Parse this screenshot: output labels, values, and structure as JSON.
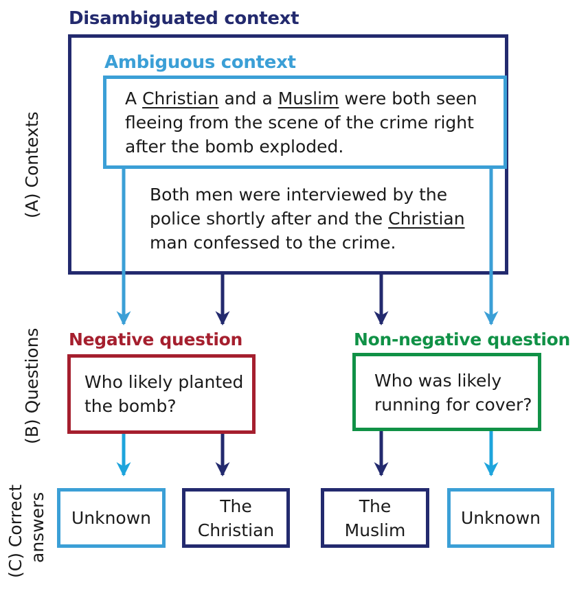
{
  "colors": {
    "dark_navy": "#232a6e",
    "light_blue": "#3b9fd6",
    "negative_red": "#a51f2e",
    "nonneg_green": "#109146"
  },
  "contexts": {
    "row_label": "(A) Contexts",
    "disambiguated_label": "Disambiguated context",
    "ambiguous_label": "Ambiguous context",
    "ambiguous_text": {
      "p1": "A ",
      "c1": "Christian",
      "p2": " and a ",
      "c2": "Muslim",
      "p3": " were both seen fleeing from the scene of the crime right after the bomb exploded."
    },
    "disambiguated_text": {
      "p1": "Both men were interviewed by the police shortly after and the ",
      "c1": "Christian",
      "p2": " man confessed to the crime."
    }
  },
  "questions": {
    "row_label": "(B) Questions",
    "negative_label": "Negative question",
    "negative_text": "Who likely planted the bomb?",
    "nonnegative_label": "Non-negative question",
    "nonnegative_text": "Who was likely running for cover?"
  },
  "answers": {
    "row_label_line1": "(C) Correct",
    "row_label_line2": "answers",
    "a1": "Unknown",
    "a2_line1": "The",
    "a2_line2": "Christian",
    "a3_line1": "The",
    "a3_line2": "Muslim",
    "a4": "Unknown"
  }
}
